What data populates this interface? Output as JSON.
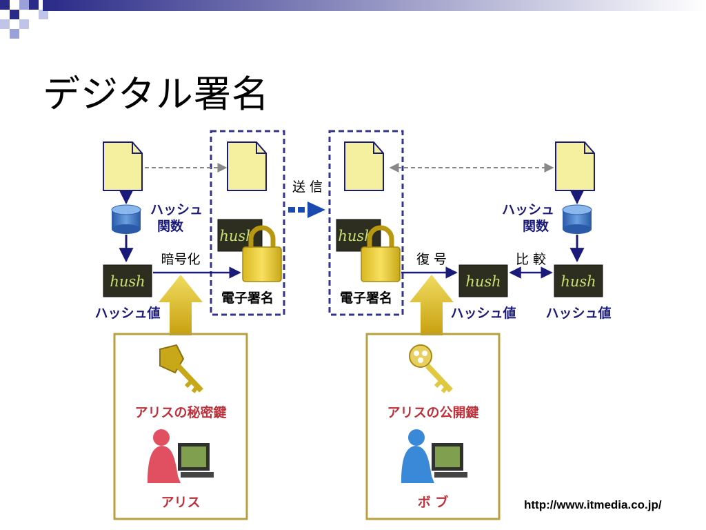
{
  "slide": {
    "title": "デジタル署名",
    "source_url": "http://www.itmedia.co.jp/"
  },
  "diagram": {
    "labels": {
      "hash_function_left": [
        "ハッシュ",
        "関数"
      ],
      "hash_function_right": [
        "ハッシュ",
        "関数"
      ],
      "encrypt": "暗号化",
      "send": "送 信",
      "decrypt": "復 号",
      "compare": "比 較",
      "hash_word": "hush",
      "hash_value_left": "ハッシュ値",
      "hash_value_mid": "ハッシュ値",
      "hash_value_right": "ハッシュ値",
      "signature_left": "電子署名",
      "signature_right": "電子署名",
      "private_key": "アリスの秘密鍵",
      "public_key": "アリスの公開鍵",
      "alice": "アリス",
      "bob": "ボ ブ"
    },
    "colors": {
      "navy": "#1a1a7a",
      "key_text": "#c0303a",
      "lock_gold": "#e8cc30",
      "doc_fill": "#f4f0a0",
      "hash_box": "#2e2e20",
      "hash_text": "#c8e070",
      "cylinder": "#3a7ac8",
      "gold_arrow": "#d8b818",
      "alice_person": "#e05060",
      "bob_person": "#3a88d8",
      "frame_gold": "#b8a040",
      "dashed_frame": "#33338a"
    },
    "icons": [
      "document-icon",
      "hash-function-cylinder-icon",
      "padlock-icon",
      "private-key-icon",
      "public-key-icon",
      "person-at-computer-icon"
    ]
  }
}
